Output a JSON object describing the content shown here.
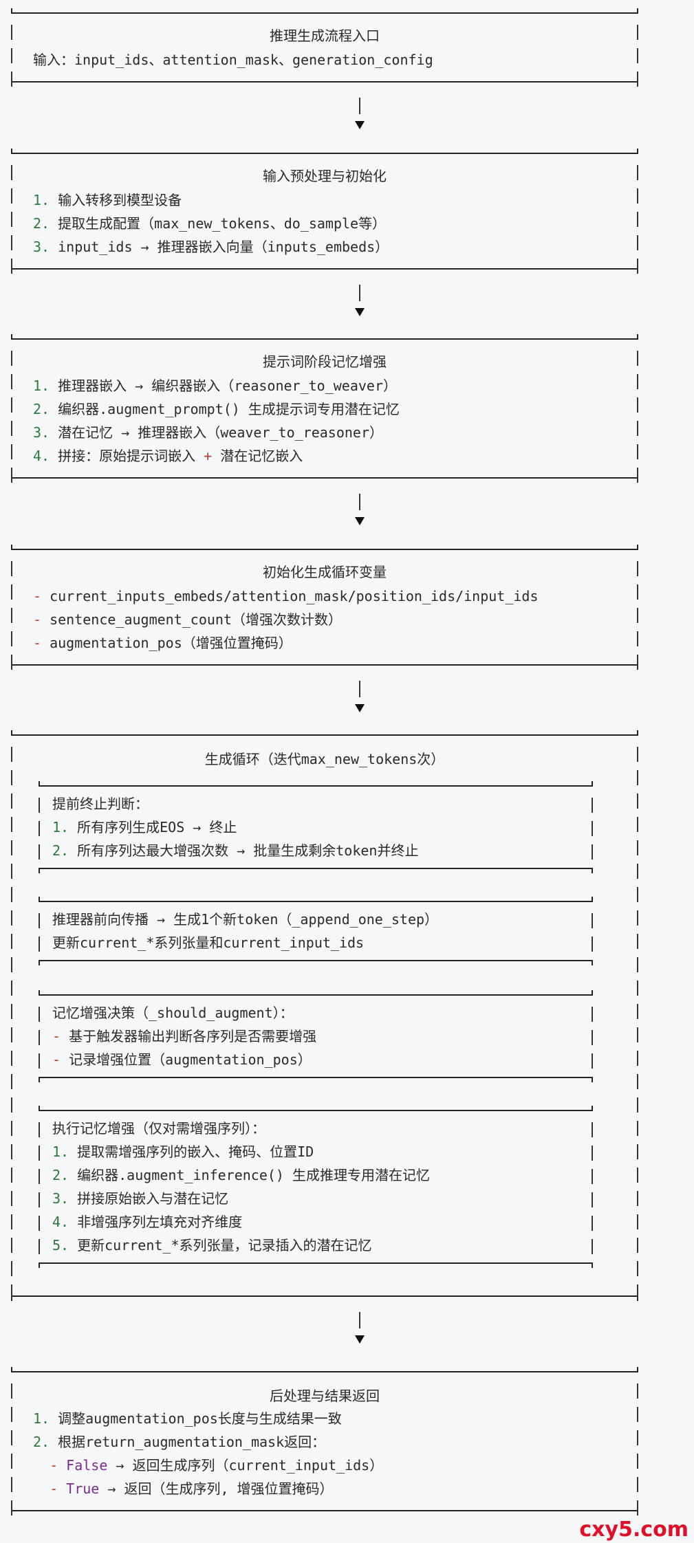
{
  "blocks": [
    {
      "title": "推理生成流程入口",
      "lines": [
        {
          "type": "plain",
          "text": "输入：input_ids、attention_mask、generation_config"
        }
      ]
    },
    {
      "title": "输入预处理与初始化",
      "lines": [
        {
          "type": "num",
          "marker": "1.",
          "text": "输入转移到模型设备"
        },
        {
          "type": "num",
          "marker": "2.",
          "text": "提取生成配置（max_new_tokens、do_sample等）"
        },
        {
          "type": "num",
          "marker": "3.",
          "text": "input_ids → 推理器嵌入向量（inputs_embeds）"
        }
      ]
    },
    {
      "title": "提示词阶段记忆增强",
      "lines": [
        {
          "type": "num",
          "marker": "1.",
          "text": "推理器嵌入 → 编织器嵌入（reasoner_to_weaver）"
        },
        {
          "type": "num",
          "marker": "2.",
          "text": "编织器.augment_prompt() 生成提示词专用潜在记忆"
        },
        {
          "type": "num",
          "marker": "3.",
          "text": "潜在记忆 → 推理器嵌入（weaver_to_reasoner）"
        },
        {
          "type": "num",
          "marker": "4.",
          "text": "拼接：原始提示词嵌入 + 潜在记忆嵌入"
        }
      ]
    },
    {
      "title": "初始化生成循环变量",
      "lines": [
        {
          "type": "dash",
          "marker": "-",
          "text": "current_inputs_embeds/attention_mask/position_ids/input_ids"
        },
        {
          "type": "dash",
          "marker": "-",
          "text": "sentence_augment_count（增强次数计数）"
        },
        {
          "type": "dash",
          "marker": "-",
          "text": "augmentation_pos（增强位置掩码）"
        }
      ]
    }
  ],
  "loop": {
    "title": "生成循环（迭代max_new_tokens次）",
    "sub": [
      {
        "lines": [
          {
            "type": "plain",
            "marker": "",
            "text": "提前终止判断："
          },
          {
            "type": "num",
            "marker": "1.",
            "text": "所有序列生成EOS → 终止"
          },
          {
            "type": "num",
            "marker": "2.",
            "text": "所有序列达最大增强次数 → 批量生成剩余token并终止"
          }
        ]
      },
      {
        "lines": [
          {
            "type": "plain",
            "marker": "",
            "text": "推理器前向传播 → 生成1个新token（_append_one_step）"
          },
          {
            "type": "plain",
            "marker": "",
            "text": "更新current_*系列张量和current_input_ids"
          }
        ]
      },
      {
        "lines": [
          {
            "type": "plain",
            "marker": "",
            "text": "记忆增强决策（_should_augment）："
          },
          {
            "type": "dash",
            "marker": "-",
            "text": "基于触发器输出判断各序列是否需要增强"
          },
          {
            "type": "dash",
            "marker": "-",
            "text": "记录增强位置（augmentation_pos）"
          }
        ]
      },
      {
        "lines": [
          {
            "type": "plain",
            "marker": "",
            "text": "执行记忆增强（仅对需增强序列）："
          },
          {
            "type": "num",
            "marker": "1.",
            "text": "提取需增强序列的嵌入、掩码、位置ID"
          },
          {
            "type": "num",
            "marker": "2.",
            "text": "编织器.augment_inference() 生成推理专用潜在记忆"
          },
          {
            "type": "num",
            "marker": "3.",
            "text": "拼接原始嵌入与潜在记忆"
          },
          {
            "type": "num",
            "marker": "4.",
            "text": "非增强序列左填充对齐维度"
          },
          {
            "type": "num",
            "marker": "5.",
            "text": "更新current_*系列张量，记录插入的潜在记忆"
          }
        ]
      }
    ]
  },
  "final": {
    "title": "后处理与结果返回",
    "lines": [
      {
        "type": "num",
        "marker": "1.",
        "text": "调整augmentation_pos长度与生成结果一致"
      },
      {
        "type": "num",
        "marker": "2.",
        "text": "根据return_augmentation_mask返回："
      },
      {
        "type": "sub",
        "marker": "-",
        "kw": "False",
        "text": "→ 返回生成序列（current_input_ids）"
      },
      {
        "type": "sub",
        "marker": "-",
        "kw": "True",
        "text": "→ 返回（生成序列, 增强位置掩码）"
      }
    ]
  },
  "watermark": "cxy5.com"
}
